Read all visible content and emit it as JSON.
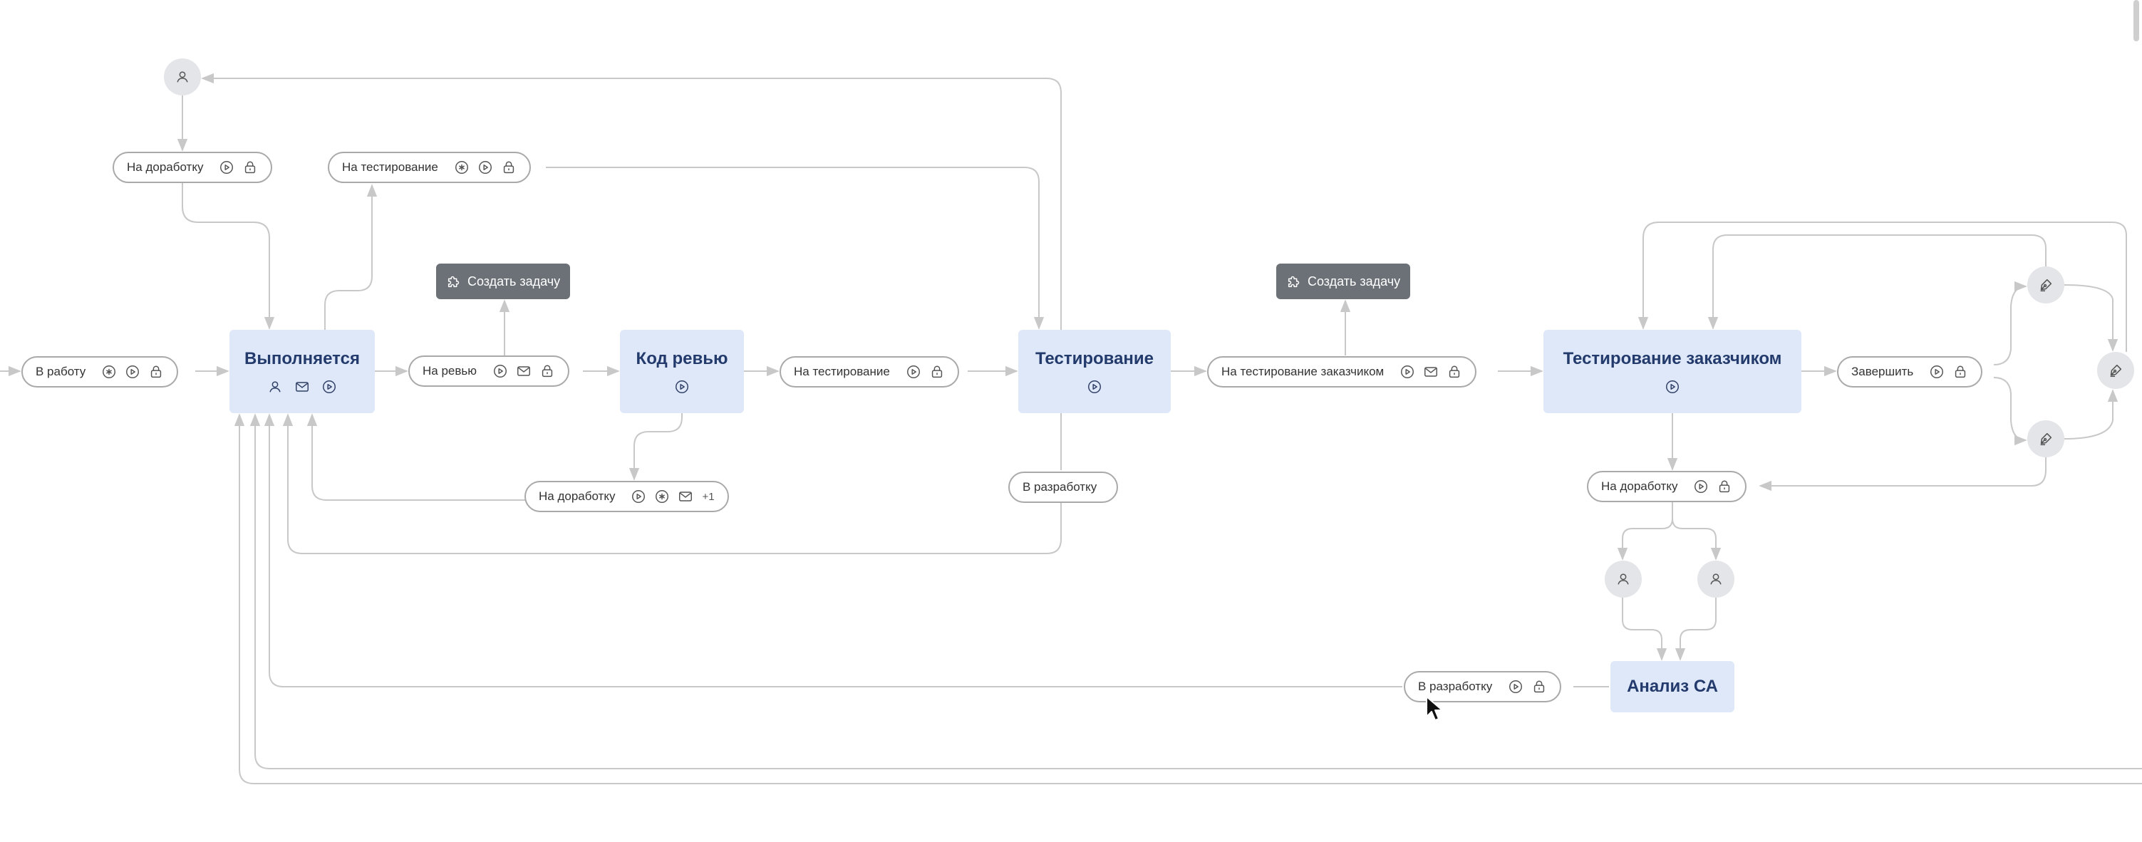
{
  "colors": {
    "state_bg": "#dfe8f8",
    "state_text": "#233a6c",
    "task_bg": "#6c7177",
    "line": "#c8c8c8",
    "pill_border": "#a9a9a9"
  },
  "states": {
    "in_progress": {
      "title": "Выполняется",
      "icons": [
        "user-icon",
        "mail-icon",
        "play-icon"
      ]
    },
    "code_review": {
      "title": "Код ревью",
      "icons": [
        "play-icon"
      ]
    },
    "testing": {
      "title": "Тестирование",
      "icons": [
        "play-icon"
      ]
    },
    "customer_testing": {
      "title": "Тестирование заказчиком",
      "icons": [
        "play-icon"
      ]
    },
    "analysis": {
      "title": "Анализ СА",
      "icons": []
    }
  },
  "transitions": {
    "to_work": {
      "label": "В работу",
      "icons": [
        "asterisk-icon",
        "play-icon",
        "lock-icon"
      ]
    },
    "rework_top": {
      "label": "На доработку",
      "icons": [
        "play-icon",
        "lock-icon"
      ]
    },
    "to_testing_top": {
      "label": "На тестирование",
      "icons": [
        "asterisk-icon",
        "play-icon",
        "lock-icon"
      ]
    },
    "to_review": {
      "label": "На ревью",
      "icons": [
        "play-icon",
        "mail-icon",
        "lock-icon"
      ]
    },
    "rework_review": {
      "label": "На доработку",
      "icons": [
        "play-icon",
        "asterisk-icon",
        "mail-icon"
      ],
      "extra": "+1"
    },
    "to_testing_mid": {
      "label": "На тестирование",
      "icons": [
        "play-icon",
        "lock-icon"
      ]
    },
    "to_development_test": {
      "label": "В разработку",
      "icons": []
    },
    "to_customer_testing": {
      "label": "На тестирование заказчиком",
      "icons": [
        "play-icon",
        "mail-icon",
        "lock-icon"
      ]
    },
    "finish": {
      "label": "Завершить",
      "icons": [
        "play-icon",
        "lock-icon"
      ]
    },
    "rework_customer": {
      "label": "На доработку",
      "icons": [
        "play-icon",
        "lock-icon"
      ]
    },
    "to_development_analysis": {
      "label": "В разработку",
      "icons": [
        "play-icon",
        "lock-icon"
      ]
    }
  },
  "tasks": {
    "create_task_1": {
      "label": "Создать задачу",
      "icon": "puzzle-icon"
    },
    "create_task_2": {
      "label": "Создать задачу",
      "icon": "puzzle-icon"
    }
  },
  "nodes": {
    "user_top": "user-icon",
    "user_left": "user-icon",
    "user_right": "user-icon",
    "pen_top": "pen-icon",
    "pen_right": "pen-icon",
    "pen_bottom": "pen-icon"
  }
}
